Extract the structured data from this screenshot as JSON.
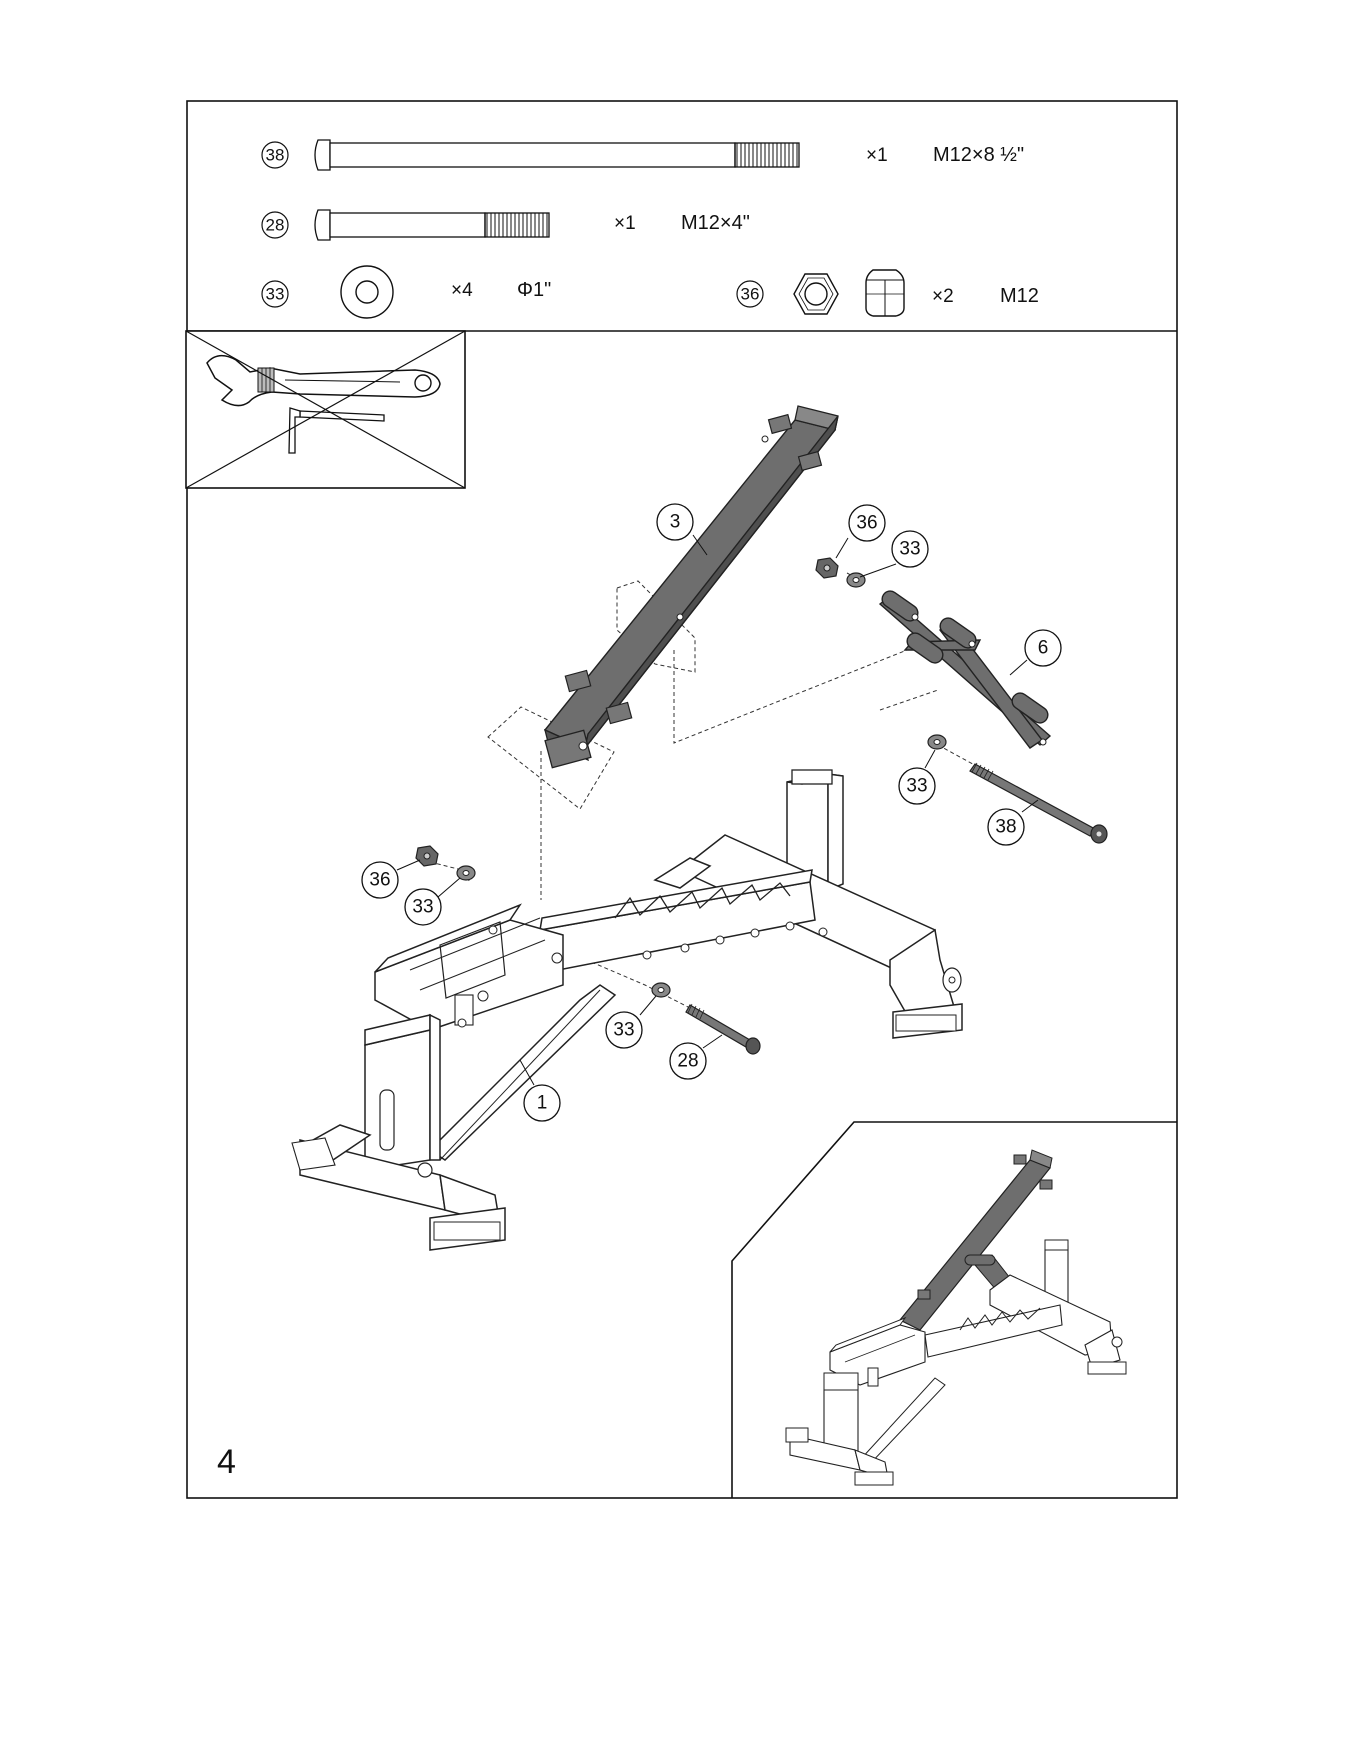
{
  "hardware": [
    {
      "part_no": "38",
      "qty": "×1",
      "spec": "M12×8 ½\""
    },
    {
      "part_no": "28",
      "qty": "×1",
      "spec": "M12×4\""
    },
    {
      "part_no": "33",
      "qty": "×4",
      "spec": "Φ1\""
    },
    {
      "part_no": "36",
      "qty": "×2",
      "spec": "M12"
    }
  ],
  "callouts": {
    "frame": "1",
    "backrest_tube": "3",
    "support_arm": "6",
    "nut_top": "36",
    "washer_top": "33",
    "washer_arm": "33",
    "bolt_long": "38",
    "nut_left": "36",
    "washer_left": "33",
    "washer_bottom": "33",
    "bolt_short": "28"
  },
  "step_number": "4",
  "icons": [
    "adjustable-wrench-icon",
    "allen-key-icon"
  ],
  "colors": {
    "line": "#222222",
    "part_fill": "#6e6e6e",
    "background": "#ffffff"
  }
}
